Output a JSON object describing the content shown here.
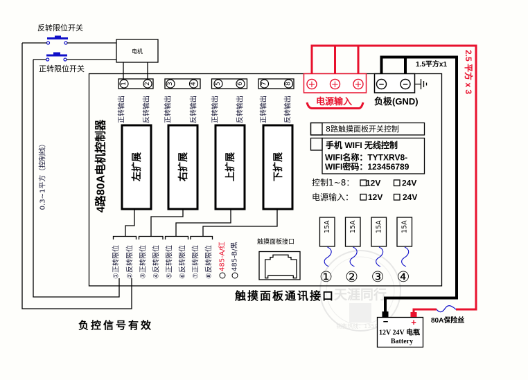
{
  "colors": {
    "red": "#e8112d",
    "blue": "#1010c8",
    "ink": "#000000"
  },
  "switches": {
    "reverse_limit": "反转限位开关",
    "forward_limit": "正转限位开关"
  },
  "motor": {
    "label": "电机"
  },
  "controller": {
    "title": "4路80A电机控制器",
    "control_wire": "0.3~1平方（控制线）"
  },
  "outputs": {
    "terminals": [
      "1",
      "2",
      "3",
      "4",
      "5",
      "6",
      "7",
      "8"
    ],
    "labels": [
      "正转输出",
      "反转输出",
      "正转输出",
      "反转输出",
      "正转输出",
      "反转输出",
      "正转输出",
      "反转输出"
    ]
  },
  "modules": [
    "左扩展",
    "右扩展",
    "上扩展",
    "下扩展"
  ],
  "limits": {
    "labels": [
      "①正转限位",
      "②反转限位",
      "③正转限位",
      "④反转限位",
      "⑤正转限位",
      "⑥反转限位",
      "⑦正转限位",
      "⑧反转限位"
    ],
    "rs485": [
      "485-A/红",
      "485-B/黑"
    ]
  },
  "touch_port": {
    "label": "触摸面板接口"
  },
  "touch_comm_label": "触摸面板通讯接口",
  "neg_signal_label": "负控信号有效",
  "power_input": {
    "label": "电源输入",
    "symbols": [
      "+",
      "+",
      "+"
    ]
  },
  "gnd": {
    "label": "负极(GND)",
    "symbols": [
      "−",
      "−"
    ]
  },
  "wires": {
    "gnd_wire": "1.5平方x1",
    "power_wire": "2.5 平方 x 3"
  },
  "options": {
    "touch_control": "8路触摸面板开关控制",
    "wifi_control": "手机 WIFI 无线控制",
    "wifi_name": "WIFI名称：TYTXRV8-",
    "wifi_password": "WIFI密码：123456789",
    "control_label": "控制1~8：",
    "power_label": "电源输入：",
    "v12": "12V",
    "v24": "24V"
  },
  "fuses": {
    "ratings": [
      "15A",
      "15A",
      "15A",
      "15A"
    ],
    "numbers": [
      "①",
      "②",
      "③",
      "④"
    ]
  },
  "main_fuse": {
    "label": "80A保险丝"
  },
  "battery": {
    "neg": "−",
    "pos": "+",
    "voltage": "12V 24V 电瓶",
    "label": "Battery"
  },
  "watermark": {
    "center": "天涯同行",
    "bottom": "销售热线：13590"
  }
}
